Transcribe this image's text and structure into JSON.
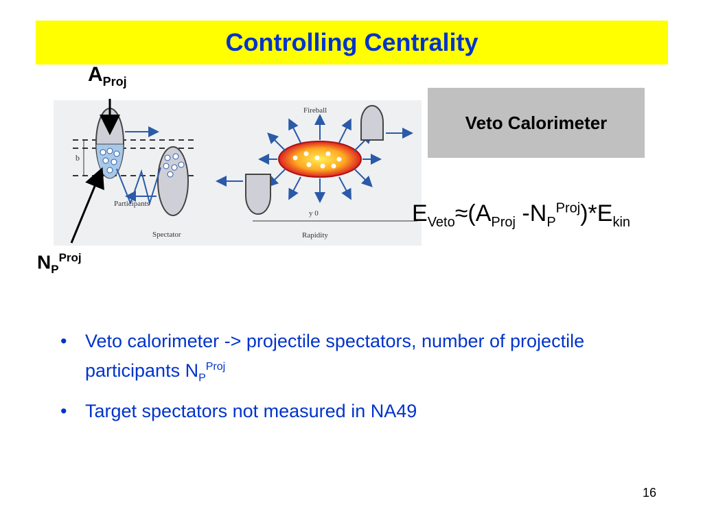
{
  "title": "Controlling Centrality",
  "labels": {
    "a_proj": {
      "main": "A",
      "sub": "Proj"
    },
    "np_proj": {
      "main": "N",
      "sub": "P",
      "sup": "Proj"
    }
  },
  "figure": {
    "fireball": "Fireball",
    "b": "b",
    "participants": "Participants",
    "spectator": "Spectator",
    "y0": "y  0",
    "rapidity": "Rapidity"
  },
  "veto_box": "Veto Calorimeter",
  "formula": {
    "e": "E",
    "veto_sub": "Veto",
    "approx_a": "≈(A",
    "proj_sub": "Proj",
    "minus_n": " -N",
    "p_sub": "P",
    "proj_sup": "Proj",
    "close_mult": ")*E",
    "kin_sub": "kin"
  },
  "bullets": [
    {
      "text": "Veto calorimeter -> projectile spectators, number of projectile participants N",
      "sub": "P",
      "sup": "Proj"
    },
    {
      "text": "Target spectators not measured in NA49"
    }
  ],
  "bullet_symbol": "•",
  "page_number": "16",
  "colors": {
    "title_bg": "#ffff00",
    "title_text": "#0033cc",
    "bullet_text": "#0033cc",
    "veto_bg": "#c0c0c0"
  }
}
